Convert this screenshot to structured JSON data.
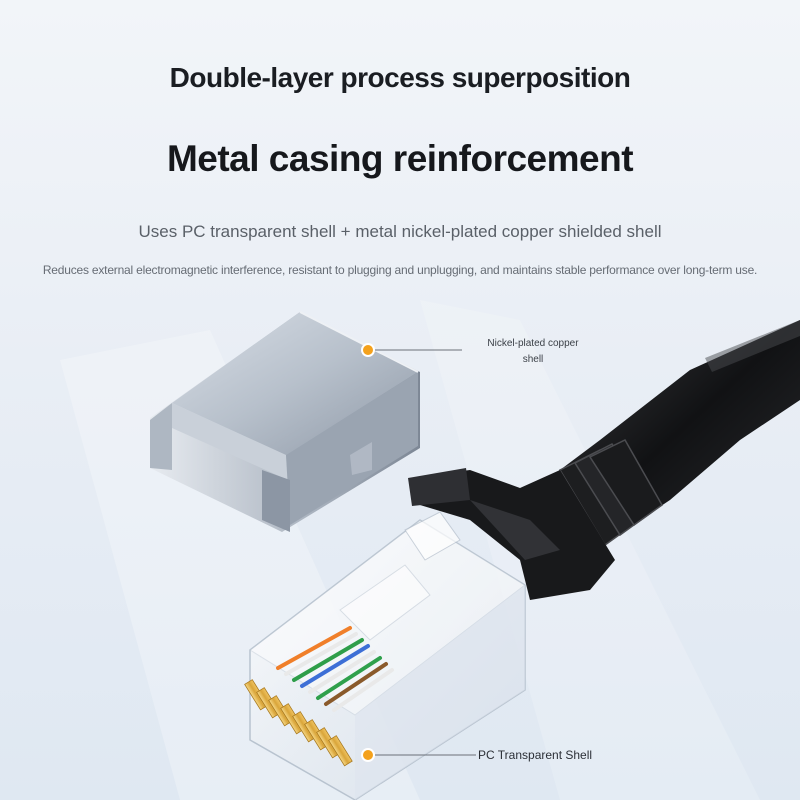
{
  "heading": {
    "line1": "Double-layer process superposition",
    "line2": "Metal casing reinforcement"
  },
  "subtitle": "Uses PC transparent shell + metal nickel-plated copper shielded shell",
  "description": "Reduces external electromagnetic interference, resistant to plugging and unplugging, and maintains stable performance over long-term use.",
  "callouts": {
    "copper_shell_line1": "Nickel-plated copper",
    "copper_shell_line2": "shell",
    "pc_shell": "PC Transparent Shell"
  },
  "colors": {
    "accent_marker": "#f4a11c",
    "cable": "#1b1c1e",
    "metal": "#b9c2cd"
  }
}
